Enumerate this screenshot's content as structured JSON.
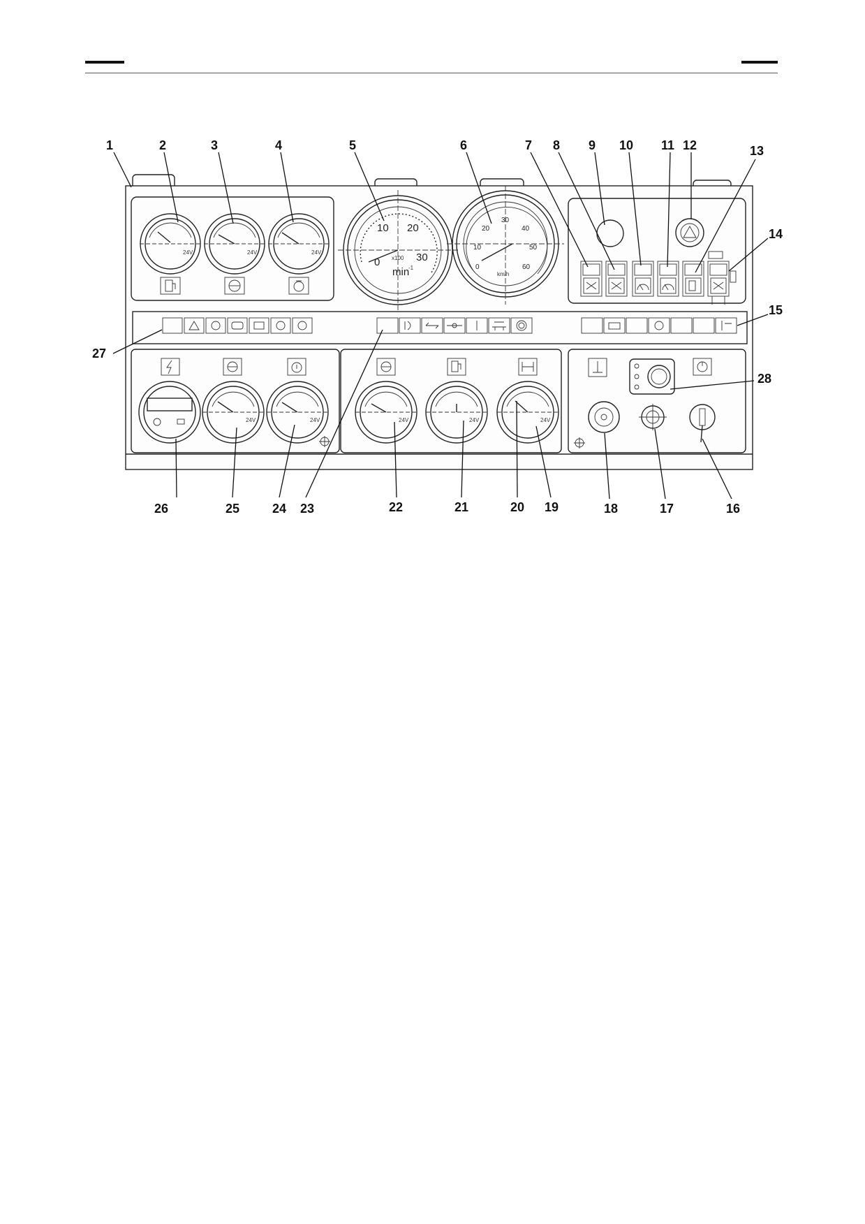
{
  "header": {
    "rule_count": 2
  },
  "callouts": [
    "1",
    "2",
    "3",
    "4",
    "5",
    "6",
    "7",
    "8",
    "9",
    "10",
    "11",
    "12",
    "13",
    "14",
    "15",
    "16",
    "17",
    "18",
    "19",
    "20",
    "21",
    "22",
    "23",
    "24",
    "25",
    "26",
    "27",
    "28"
  ],
  "tachometer": {
    "ticks": [
      "0",
      "10",
      "20",
      "30"
    ],
    "multiplier": "x100",
    "unit": "min",
    "unit_exp": "-1"
  },
  "speedometer": {
    "ticks": [
      "0",
      "10",
      "20",
      "30",
      "40",
      "50",
      "60"
    ],
    "unit": "km/h"
  },
  "gauge_voltage": "24V",
  "icons": {
    "top_gauges": [
      "fuel-icon",
      "coolant-temp-icon",
      "oil-pressure-icon"
    ],
    "switches": [
      "fan-icon",
      "fan-icon",
      "wiper-icon",
      "wiper-icon",
      "fuel-pump-icon",
      "fan-icon"
    ],
    "lower_gauges": [
      "charge-icon",
      "temperature-icon",
      "oil-icon",
      "pressure-icon",
      "fuel-icon",
      "transmission-icon"
    ],
    "controls": [
      "parking-brake-icon",
      "power-icon"
    ]
  }
}
